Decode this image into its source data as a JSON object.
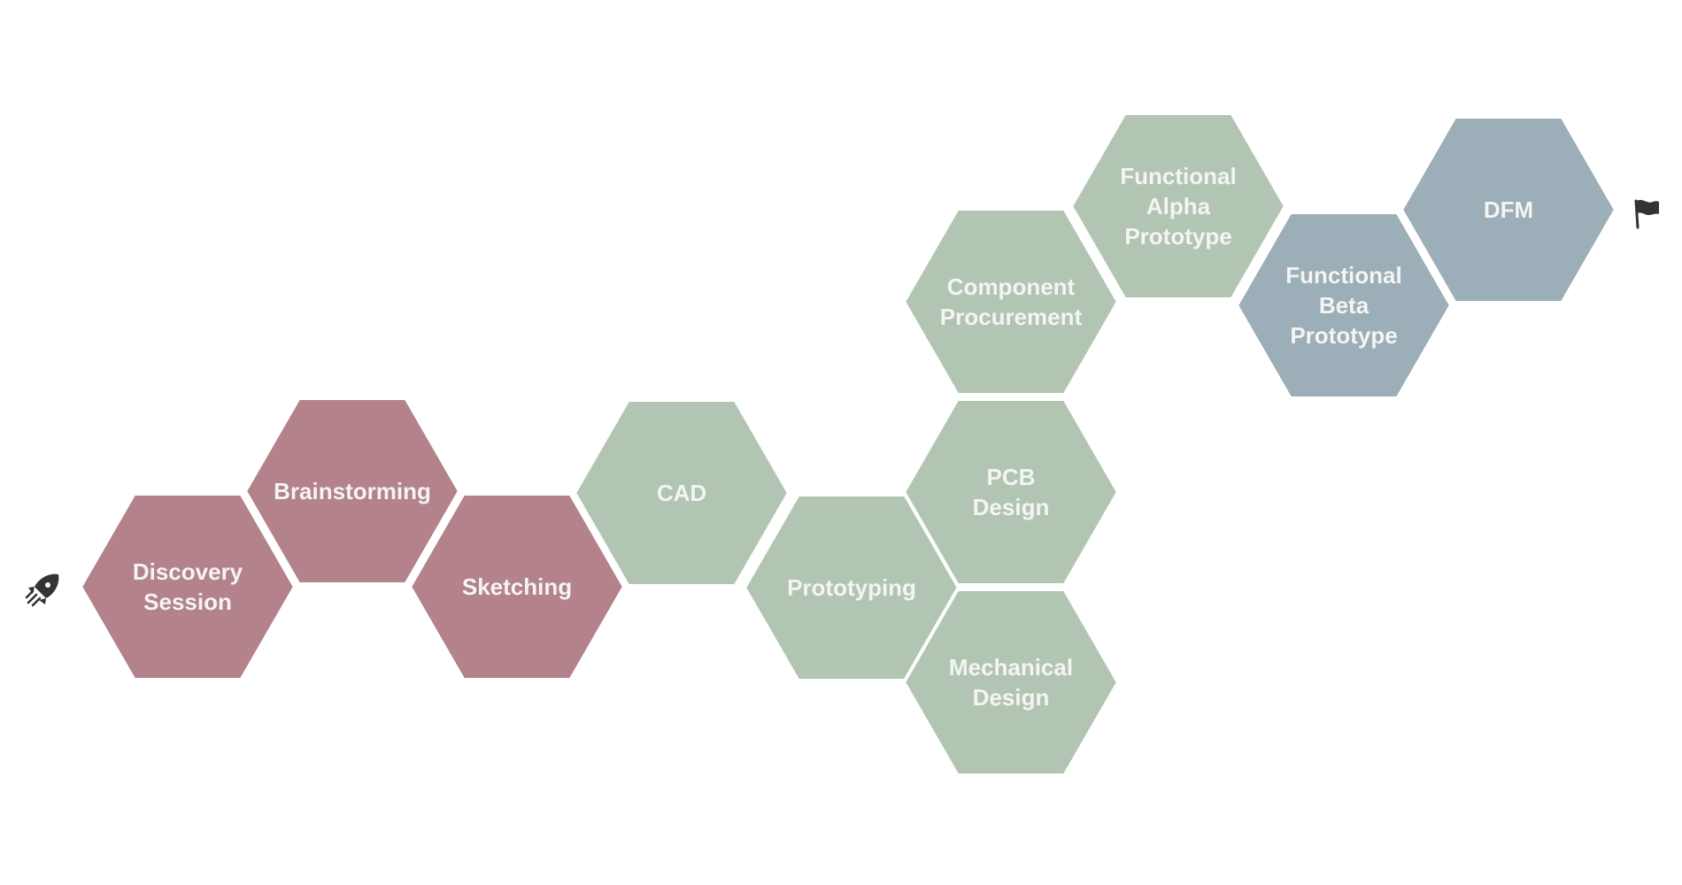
{
  "colors": {
    "background": "#ffffff",
    "phase_ideation": "#b4828b",
    "phase_design": "#b2c5b2",
    "phase_validation": "#9caeb7",
    "hex_stroke": "#ffffff",
    "label_text": "#f4f4f4",
    "icon": "#333333"
  },
  "icons": {
    "start": "rocket-icon",
    "end": "flag-icon"
  },
  "steps": [
    {
      "id": "discovery-session",
      "lines": [
        "Discovery",
        "Session"
      ],
      "phase": "phase_ideation"
    },
    {
      "id": "brainstorming",
      "lines": [
        "Brainstorming"
      ],
      "phase": "phase_ideation"
    },
    {
      "id": "sketching",
      "lines": [
        "Sketching"
      ],
      "phase": "phase_ideation"
    },
    {
      "id": "cad",
      "lines": [
        "CAD"
      ],
      "phase": "phase_design"
    },
    {
      "id": "prototyping",
      "lines": [
        "Prototyping"
      ],
      "phase": "phase_design"
    },
    {
      "id": "pcb-design",
      "lines": [
        "PCB",
        "Design"
      ],
      "phase": "phase_design"
    },
    {
      "id": "mechanical-design",
      "lines": [
        "Mechanical",
        "Design"
      ],
      "phase": "phase_design"
    },
    {
      "id": "component-procurement",
      "lines": [
        "Component",
        "Procurement"
      ],
      "phase": "phase_design"
    },
    {
      "id": "functional-alpha-prototype",
      "lines": [
        "Functional",
        "Alpha",
        "Prototype"
      ],
      "phase": "phase_design"
    },
    {
      "id": "functional-beta-prototype",
      "lines": [
        "Functional",
        "Beta",
        "Prototype"
      ],
      "phase": "phase_validation"
    },
    {
      "id": "dfm",
      "lines": [
        "DFM"
      ],
      "phase": "phase_validation"
    }
  ]
}
